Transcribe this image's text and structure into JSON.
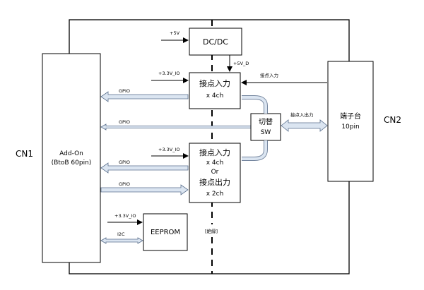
{
  "blocks": {
    "dcdc": {
      "label": "DC/DC"
    },
    "input1": {
      "line1": "接点入力",
      "line2": "x 4ch"
    },
    "input2": {
      "line1": "接点入力",
      "line2": "x 4ch",
      "line3": "Or",
      "line4": "接点出力",
      "line5": "x 2ch"
    },
    "switch": {
      "line1": "切替",
      "line2": "SW"
    },
    "terminal": {
      "line1": "端子台",
      "line2": "10pin"
    },
    "addon": {
      "line1": "Add-On",
      "line2": "(BtoB 60pin)"
    },
    "eeprom": {
      "label": "EEPROM"
    }
  },
  "connectors": {
    "cn1": "CN1",
    "cn2": "CN2"
  },
  "signals": {
    "p5v": "+5V",
    "p5v_d": "+5V_D",
    "p33_in1": "+3.3V_IO",
    "p33_in2": "+3.3V_IO",
    "p33_eeprom": "+3.3V_IO",
    "gpio1": "GPIO",
    "gpio2": "GPIO",
    "gpio3": "GPIO",
    "gpio4": "GPIO",
    "i2c": "I2C",
    "contact_in": "接点入力",
    "contact_io": "接点入出力",
    "isolation": "[絶縁]"
  },
  "colors": {
    "arrow_fill": "#dbe5f1",
    "arrow_stroke": "#5a6f8c",
    "line": "#000000"
  }
}
